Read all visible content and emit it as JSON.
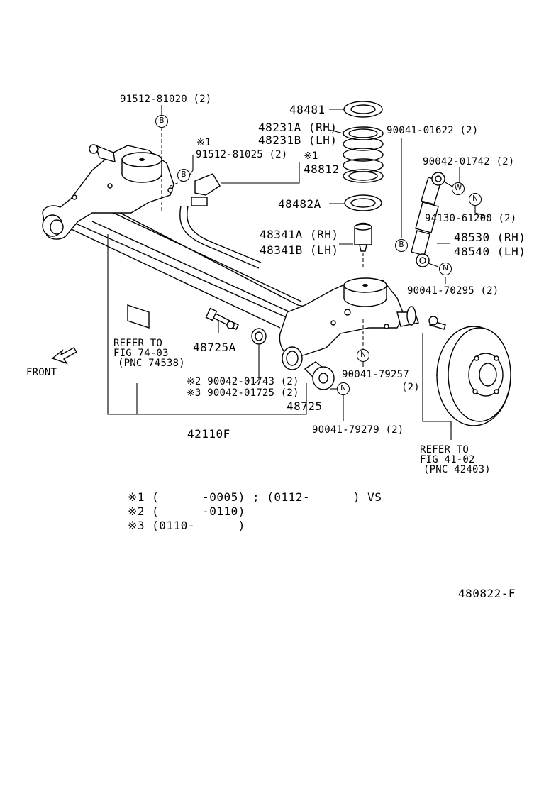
{
  "diagram_id": "480822-F",
  "front_label": "FRONT",
  "symbols": {
    "b": "B",
    "n": "N",
    "w": "W"
  },
  "labels": {
    "p91512_81020": "91512-81020 (2)",
    "p48481": "48481",
    "p48231a": "48231A (RH)",
    "p48231b": "48231B (LH)",
    "p90041_01622": "90041-01622 (2)",
    "note1_mark": "※1",
    "p91512_81025": "91512-81025 (2)",
    "note1_mark_b": "※1",
    "p48812": "48812",
    "p90042_01742": "90042-01742 (2)",
    "p48482a": "48482A",
    "p94130_61200": "94130-61200 (2)",
    "p48341a": "48341A (RH)",
    "p48341b": "48341B (LH)",
    "p48530": "48530 (RH)",
    "p48540": "48540 (LH)",
    "p90041_70295": "90041-70295 (2)",
    "refer1_l1": "REFER TO",
    "refer1_l2": "FIG 74-03",
    "refer1_l3": "(PNC 74538)",
    "p48725a": "48725A",
    "p90041_79257": "90041-79257",
    "p90041_79257_qty": "(2)",
    "p90042_01743": "※2 90042-01743 (2)",
    "p90042_01725": "※3 90042-01725 (2)",
    "p48725": "48725",
    "p42110f": "42110F",
    "p90041_79279": "90041-79279 (2)",
    "refer2_l1": "REFER TO",
    "refer2_l2": "FIG 41-02",
    "refer2_l3": "(PNC 42403)"
  },
  "notes": [
    "※1 (      -0005) ; (0112-      ) VS",
    "※2 (      -0110)",
    "※3 (0110-      )"
  ]
}
